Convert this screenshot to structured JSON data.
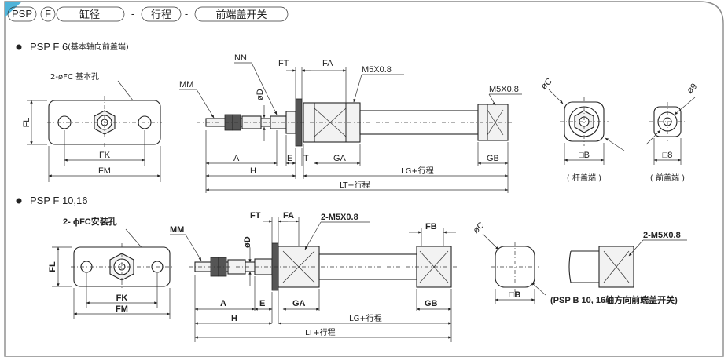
{
  "header": {
    "series": "PSP",
    "mount": "F",
    "bore": "缸径",
    "sep": "-",
    "stroke": "行程",
    "switch": "前端盖开关"
  },
  "section1": {
    "title": "PSP F 6",
    "subtitle": "(基本轴向前盖端)",
    "hole_label": "2-øFC 基本孔",
    "labels": {
      "mm": "MM",
      "nn": "NN",
      "ft": "FT",
      "fa": "FA",
      "port": "M5X0.8",
      "phid": "øD",
      "phic": "øC",
      "phi9": "ø9"
    },
    "dims": {
      "fl": "FL",
      "fk": "FK",
      "fm": "FM",
      "a": "A",
      "e": "E",
      "t": "T",
      "ga": "GA",
      "gb": "GB",
      "h": "H",
      "lg": "LG+行程",
      "lt": "LT+行程",
      "sq_b": "□B",
      "sq_8": "□8"
    },
    "views": {
      "rod_end": "( 杆盖端 )",
      "front_end": "( 前盖端 )"
    }
  },
  "section2": {
    "title": "PSP F 10,16",
    "hole_label": "2- ϕFC安装孔",
    "labels": {
      "mm": "MM",
      "phid": "øD",
      "ft": "FT",
      "fa": "FA",
      "port": "2-M5X0.8",
      "fb": "FB",
      "phic": "øC"
    },
    "dims": {
      "fl": "FL",
      "fk": "FK",
      "fm": "FM",
      "a": "A",
      "e": "E",
      "ga": "GA",
      "gb": "GB",
      "h": "H",
      "lg": "LG+行程",
      "lt": "LT+行程",
      "sq_b": "□B"
    },
    "note": "(PSP B 10, 16轴方向前端盖开关)"
  }
}
